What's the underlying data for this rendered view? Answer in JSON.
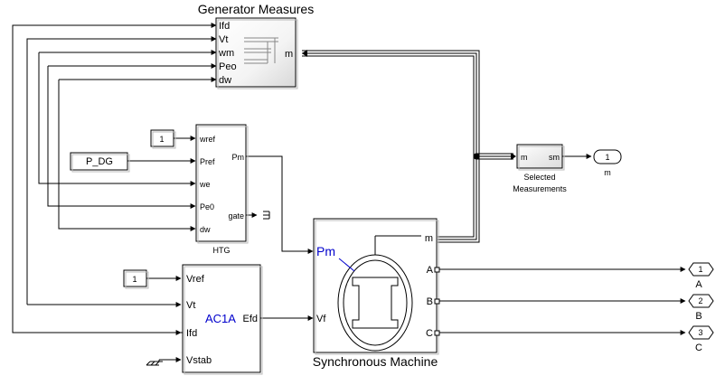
{
  "generator_measures": {
    "title": "Generator Measures",
    "inputs": [
      "Ifd",
      "Vt",
      "wm",
      "Peo",
      "dw"
    ],
    "output": "m"
  },
  "htg": {
    "title": "HTG",
    "inputs": [
      "wref",
      "Pref",
      "we",
      "Pe0",
      "dw"
    ],
    "outputs": [
      "Pm",
      "gate"
    ]
  },
  "exciter": {
    "label": "AC1A",
    "inputs": [
      "Vref",
      "Vt",
      "Ifd",
      "Vstab"
    ],
    "output": "Efd"
  },
  "synchronous_machine": {
    "title": "Synchronous Machine",
    "inputs": [
      "Pm",
      "Vf"
    ],
    "outputs": [
      "m",
      "A",
      "B",
      "C"
    ]
  },
  "selected_measurements": {
    "title_line1": "Selected",
    "title_line2": "Measurements",
    "in_port": "m",
    "out_port": "sm"
  },
  "constants": {
    "wref_const": "1",
    "vref_const": "1",
    "pdg": "P_DG"
  },
  "outports": [
    {
      "number": "1",
      "label": "m"
    },
    {
      "number": "1",
      "label": "A"
    },
    {
      "number": "2",
      "label": "B"
    },
    {
      "number": "3",
      "label": "C"
    }
  ],
  "colors": {
    "accent_text": "#0000cc",
    "line": "#000000",
    "block_fill": "#ffffff"
  }
}
